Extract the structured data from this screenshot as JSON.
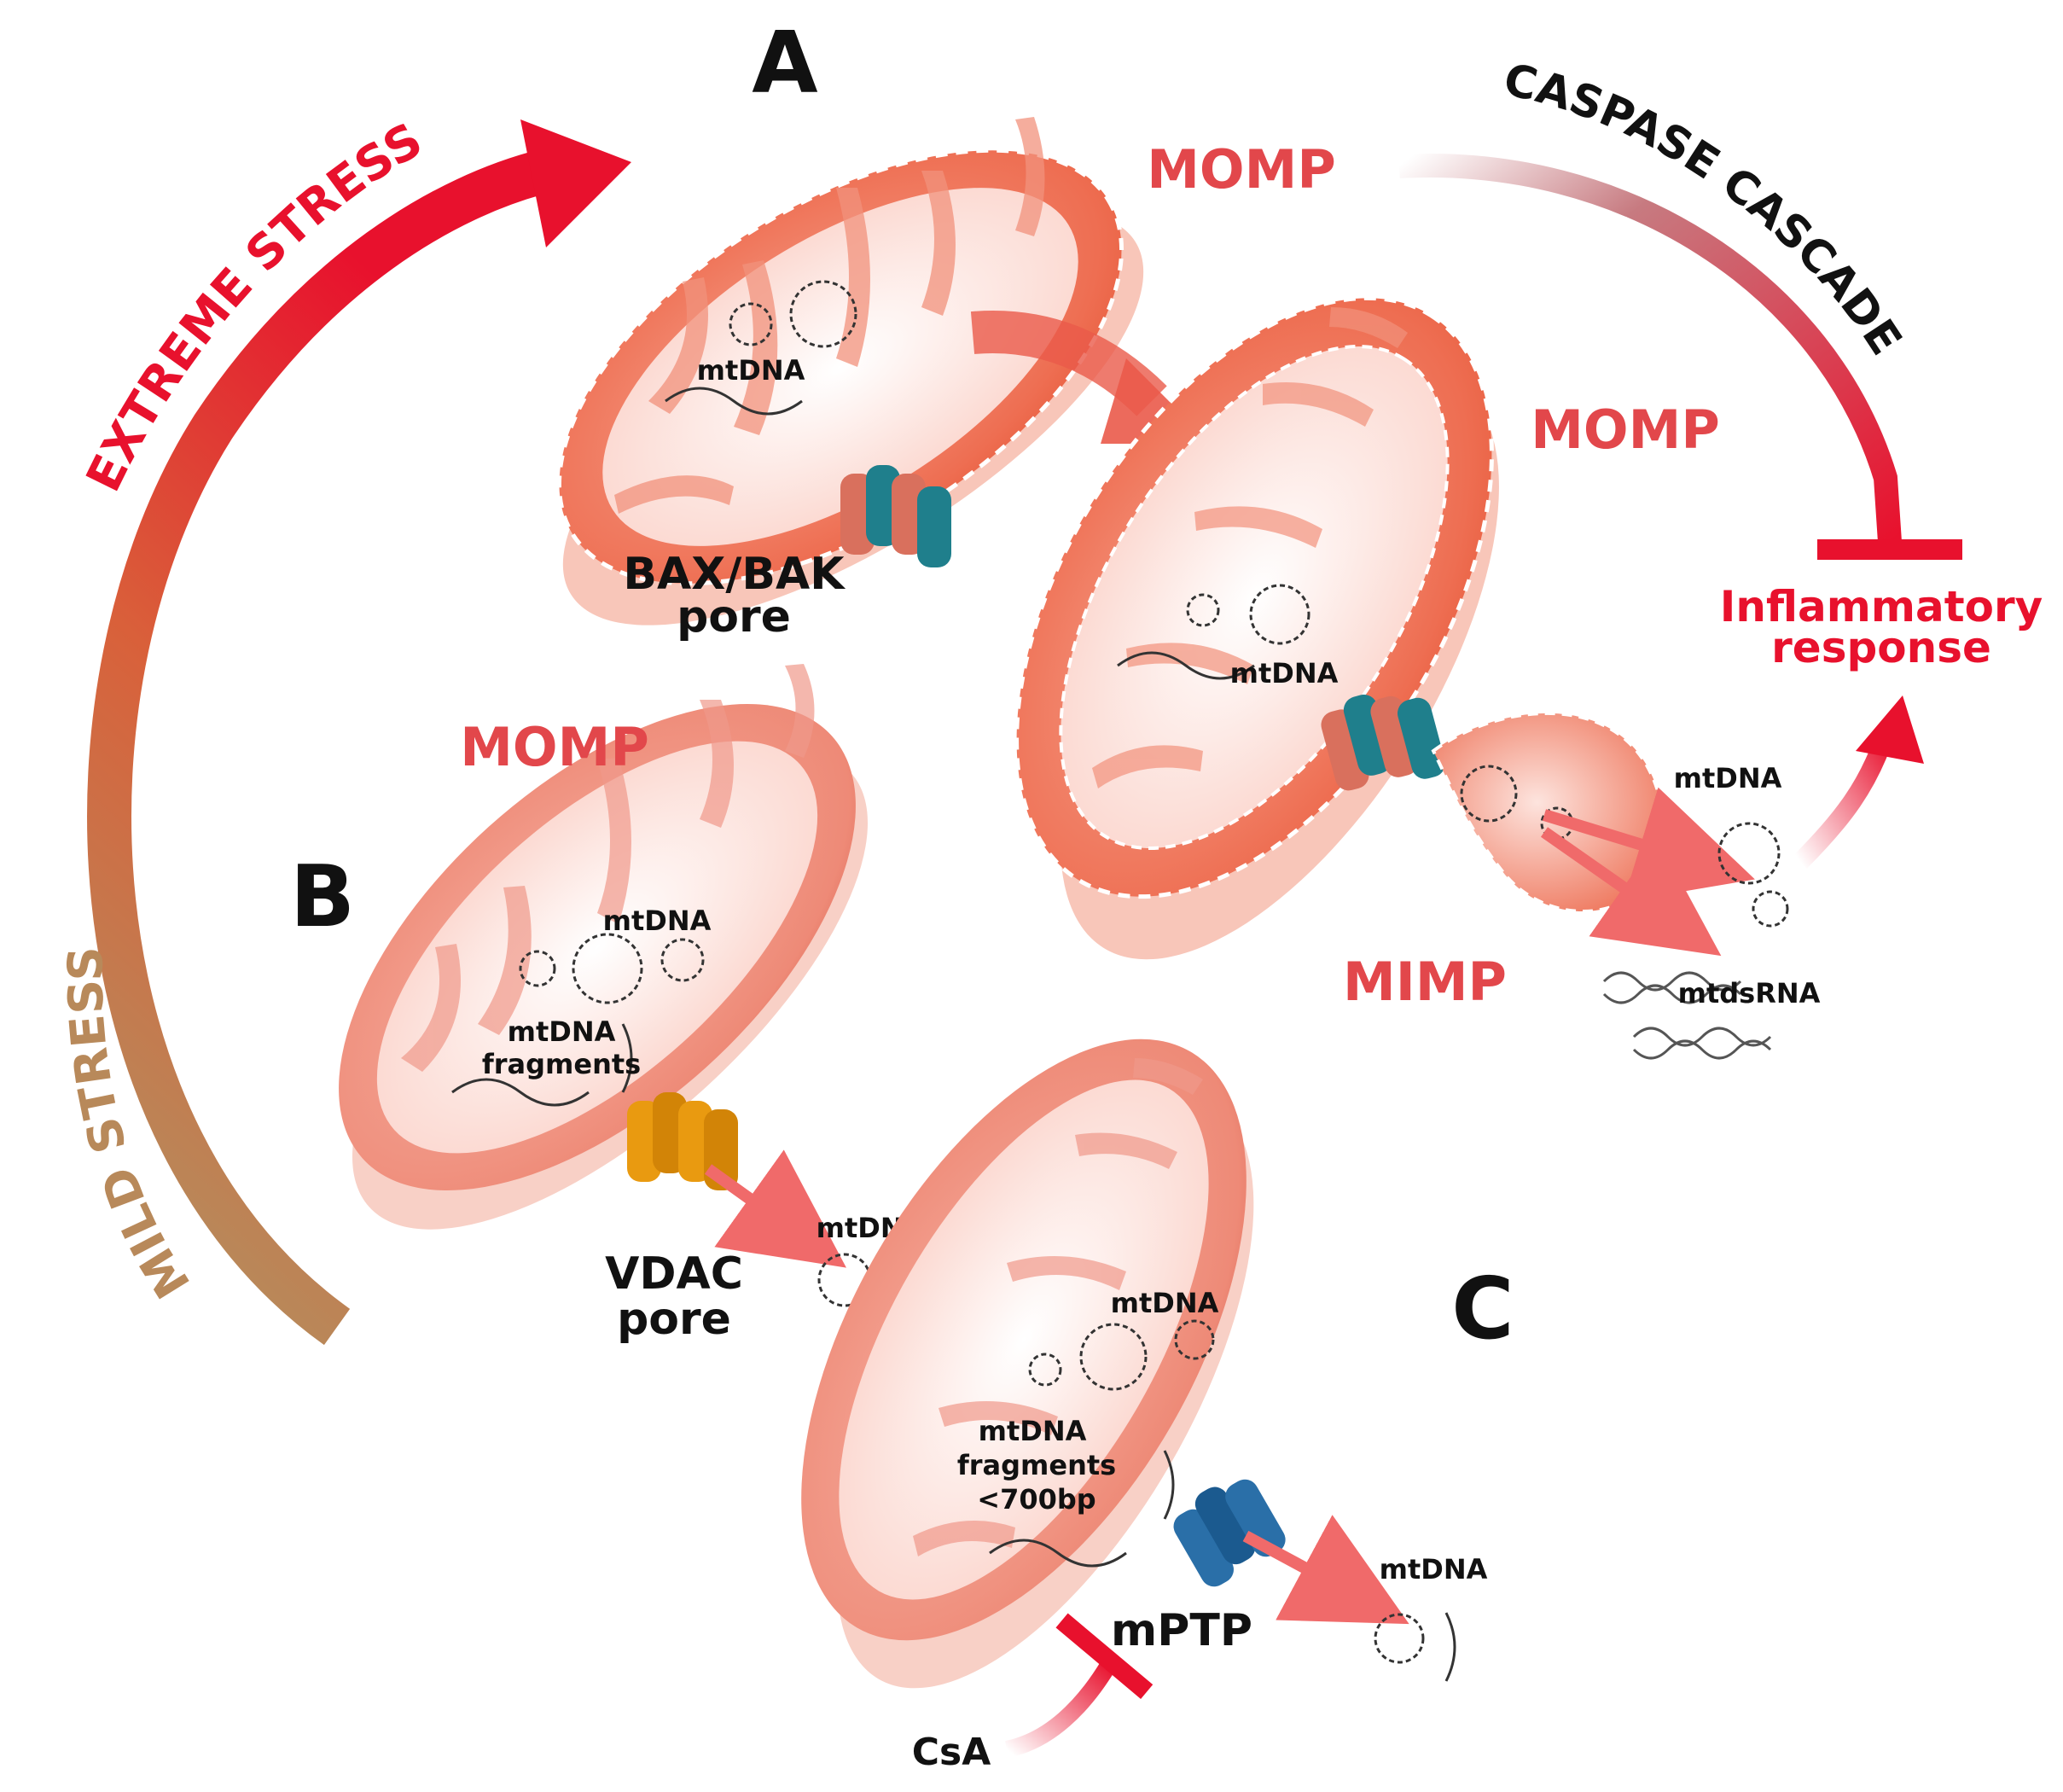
{
  "labels": {
    "panel_a": "A",
    "panel_b": "B",
    "panel_c": "C",
    "extreme_stress": "EXTREME STRESS",
    "mild_stress": "MILD STRESS",
    "caspase_cascade": "CASPASE CASCADE",
    "momp_a": "MOMP",
    "momp_a2": "MOMP",
    "momp_b": "MOMP",
    "mimp": "MIMP",
    "inflammatory_line1": "Inflammatory",
    "inflammatory_line2": "response",
    "bax_line1": "BAX/BAK",
    "bax_line2": "pore",
    "vdac_line1": "VDAC",
    "vdac_line2": "pore",
    "mptp": "mPTP",
    "csa": "CsA",
    "mtdna_a": "mtDNA",
    "mtdna_a2": "mtDNA",
    "mtdna_released_a": "mtDNA",
    "mtdsrna": "mtdsRNA",
    "mtdna_b": "mtDNA",
    "mtdna_frag_b1": "mtDNA",
    "mtdna_frag_b2": "fragments",
    "mtdna_released_b": "mtDNA",
    "mtdna_c": "mtDNA",
    "mtdna_frag_c1": "mtDNA",
    "mtdna_frag_c2": "fragments",
    "mtdna_frag_c3": "<700bp",
    "mtdna_released_c": "mtDNA"
  },
  "colors": {
    "red": "#e8112d",
    "momp_red": "#e2474b",
    "mild_brown": "#b8895a",
    "mito_outer": "#f0806a",
    "mito_inner": "#fde2dc",
    "bax_teal": "#1f7f8c",
    "bax_salmon": "#d9705d",
    "vdac_orange": "#e99a10",
    "mptp_blue": "#2a6fa8"
  }
}
